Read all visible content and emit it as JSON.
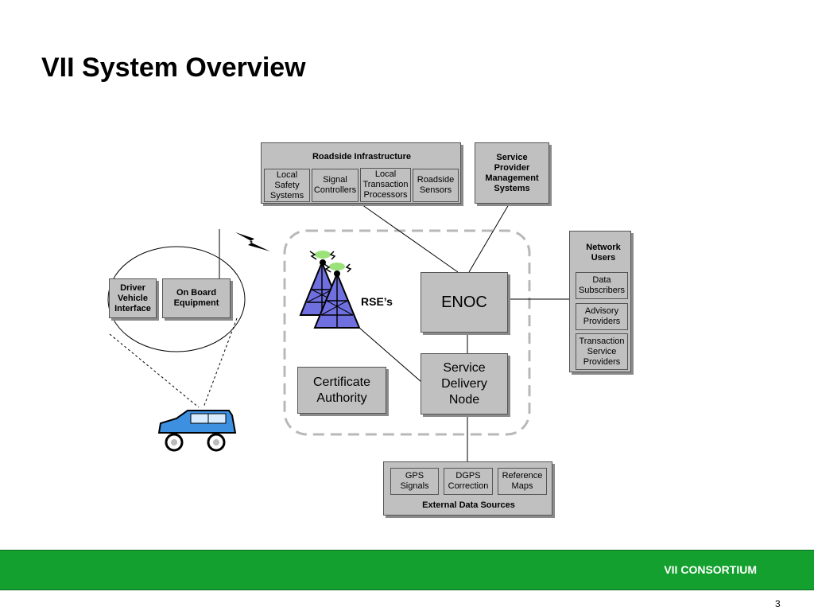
{
  "slide": {
    "title": "VII System Overview",
    "footer": "VII CONSORTIUM",
    "page_number": "3"
  },
  "roadside": {
    "title": "Roadside Infrastructure",
    "items": [
      "Local Safety Systems",
      "Signal Controllers",
      "Local Transaction Processors",
      "Roadside Sensors"
    ]
  },
  "service_provider": {
    "label": "Service Provider Management Systems"
  },
  "network_users": {
    "title": "Network Users",
    "items": [
      "Data Subscribers",
      "Advisory Providers",
      "Transaction Service Providers"
    ]
  },
  "vehicle": {
    "driver_interface": "Driver Vehicle Interface",
    "on_board": "On Board Equipment"
  },
  "core": {
    "rse_label": "RSE’s",
    "enoc": "ENOC",
    "service_delivery": "Service Delivery Node",
    "certificate_authority": "Certificate Authority"
  },
  "external": {
    "title": "External Data Sources",
    "items": [
      "GPS Signals",
      "DGPS Correction",
      "Reference Maps"
    ]
  },
  "icons": {
    "lightning": "lightning-bolt-icon",
    "tower": "radio-tower-icon",
    "car": "car-icon"
  },
  "colors": {
    "box_fill": "#c0c0c0",
    "footer_green": "#14a02e",
    "car_blue": "#3d8fe0",
    "antenna_green": "#9be27a"
  }
}
